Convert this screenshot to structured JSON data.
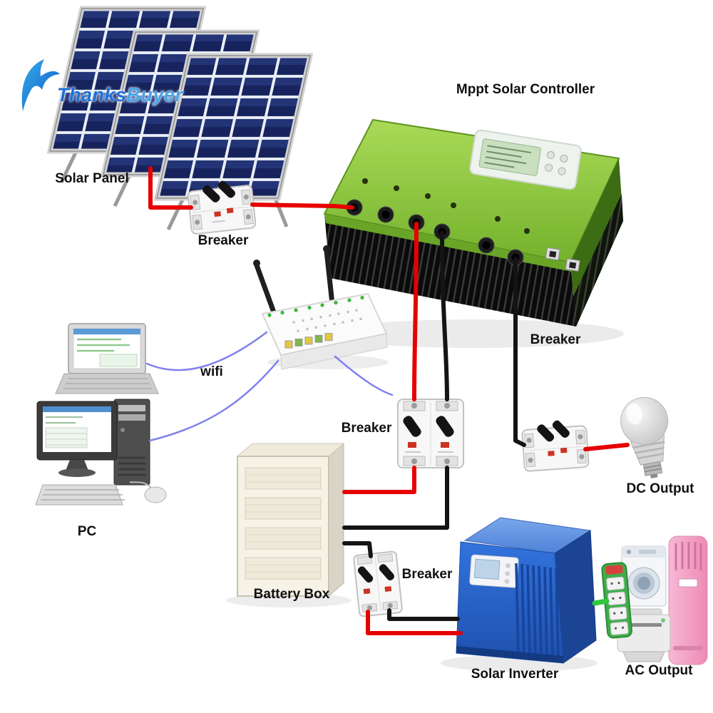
{
  "watermark": {
    "part1": "Thanks",
    "part2": "Buyer"
  },
  "nodes": {
    "solar_panel": {
      "label": "Solar Panel"
    },
    "controller": {
      "label": "Mppt Solar Controller"
    },
    "breaker_pv": {
      "label": "Breaker"
    },
    "breaker_dc": {
      "label": "Breaker"
    },
    "breaker_battery": {
      "label": "Breaker"
    },
    "breaker_inverter": {
      "label": "Breaker"
    },
    "wifi": {
      "label": "wifi"
    },
    "pc": {
      "label": "PC"
    },
    "battery_box": {
      "label": "Battery Box"
    },
    "dc_output": {
      "label": "DC Output"
    },
    "solar_inverter": {
      "label": "Solar Inverter"
    },
    "ac_output": {
      "label": "AC Output"
    }
  },
  "connections": [
    {
      "from": "solar_panel",
      "to": "breaker_pv",
      "wire_colors": [
        "red"
      ]
    },
    {
      "from": "breaker_pv",
      "to": "controller",
      "wire_colors": [
        "red"
      ]
    },
    {
      "from": "controller",
      "to": "breaker_battery",
      "wire_colors": [
        "red",
        "black"
      ]
    },
    {
      "from": "breaker_battery",
      "to": "battery_box",
      "wire_colors": [
        "red",
        "black"
      ]
    },
    {
      "from": "controller",
      "to": "breaker_dc",
      "wire_colors": [
        "black"
      ]
    },
    {
      "from": "breaker_dc",
      "to": "dc_output",
      "wire_colors": [
        "red"
      ]
    },
    {
      "from": "battery_box",
      "to": "breaker_inverter",
      "wire_colors": [
        "black"
      ]
    },
    {
      "from": "breaker_inverter",
      "to": "solar_inverter",
      "wire_colors": [
        "red",
        "black"
      ]
    },
    {
      "from": "solar_inverter",
      "to": "ac_output",
      "wire_colors": [
        "green"
      ]
    },
    {
      "from": "pc",
      "to": "wifi",
      "wire_colors": [
        "blue"
      ]
    },
    {
      "from": "wifi",
      "to": "controller",
      "wire_colors": [
        "blue"
      ]
    }
  ],
  "colors": {
    "wire_red": "#e60000",
    "wire_black": "#141414",
    "wire_blue": "#8080f0",
    "wire_green": "#2ec83c",
    "controller_green": "#85c226",
    "inverter_blue": "#2f6fd6",
    "battery_box_ivory": "#f6f2e6",
    "logo_blue": "#1d6fd6",
    "panel_cell_blue": "#17235c",
    "ac_unit_pink": "#f3a3c6",
    "power_strip_green": "#3fae4a"
  }
}
